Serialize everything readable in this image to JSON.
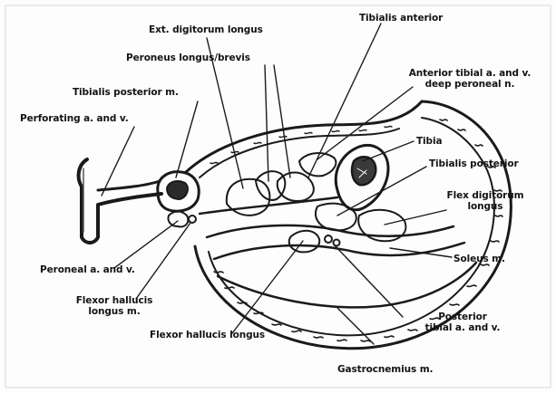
{
  "labels": {
    "ext_digitorum_longus": "Ext. digitorum longus",
    "tibialis_anterior": "Tibialis anterior",
    "peroneus_longus_brevis": "Peroneus longus/brevis",
    "anterior_tibial_line1": "Anterior tibial a. and v.",
    "anterior_tibial_line2": "deep peroneal n.",
    "tibialis_posterior_m": "Tibialis posterior m.",
    "tibia": "Tibia",
    "perforating": "Perforating a. and v.",
    "tibialis_posterior": "Tibialis posterior",
    "flex_digitorum_line1": "Flex digitorum",
    "flex_digitorum_line2": "longus",
    "soleus": "Soleus m.",
    "peroneal": "Peroneal a. and v.",
    "flexor_hallucis_m_line1": "Flexor hallucis",
    "flexor_hallucis_m_line2": "longus m.",
    "posterior_tibial_line1": "Posterior",
    "posterior_tibial_line2": "tibial a. and v.",
    "flexor_hallucis_longus": "Flexor hallucis longus",
    "gastrocnemius": "Gastrocnemius m."
  }
}
